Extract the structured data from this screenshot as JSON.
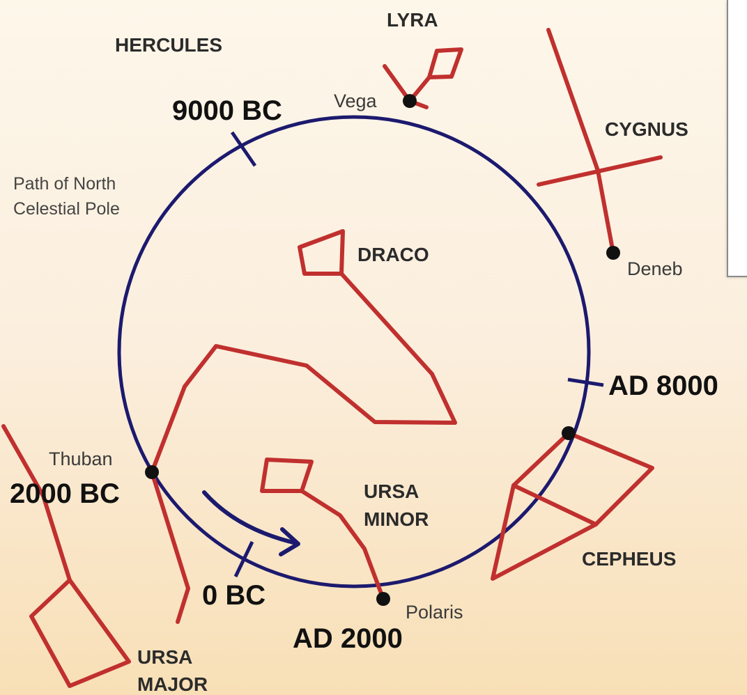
{
  "colors": {
    "constellation_lines": "#c0302e",
    "pole_path": "#1c1a6e",
    "star_dots": "#111111",
    "background_top": "#fdf7ea",
    "background_bottom": "#f8dfb6"
  },
  "constellations": {
    "hercules": "HERCULES",
    "lyra": "LYRA",
    "cygnus": "CYGNUS",
    "draco": "DRACO",
    "ursa_minor_line1": "URSA",
    "ursa_minor_line2": "MINOR",
    "cepheus": "CEPHEUS",
    "ursa_major_line1": "URSA",
    "ursa_major_line2": "MAJOR"
  },
  "stars": {
    "vega": "Vega",
    "deneb": "Deneb",
    "thuban": "Thuban",
    "polaris": "Polaris"
  },
  "epochs": {
    "bc_9000": "9000 BC",
    "ad_8000": "AD 8000",
    "bc_2000": "2000 BC",
    "bc_0": "0 BC",
    "ad_2000": "AD 2000"
  },
  "path_label": {
    "line1": "Path of North",
    "line2": "Celestial Pole"
  }
}
